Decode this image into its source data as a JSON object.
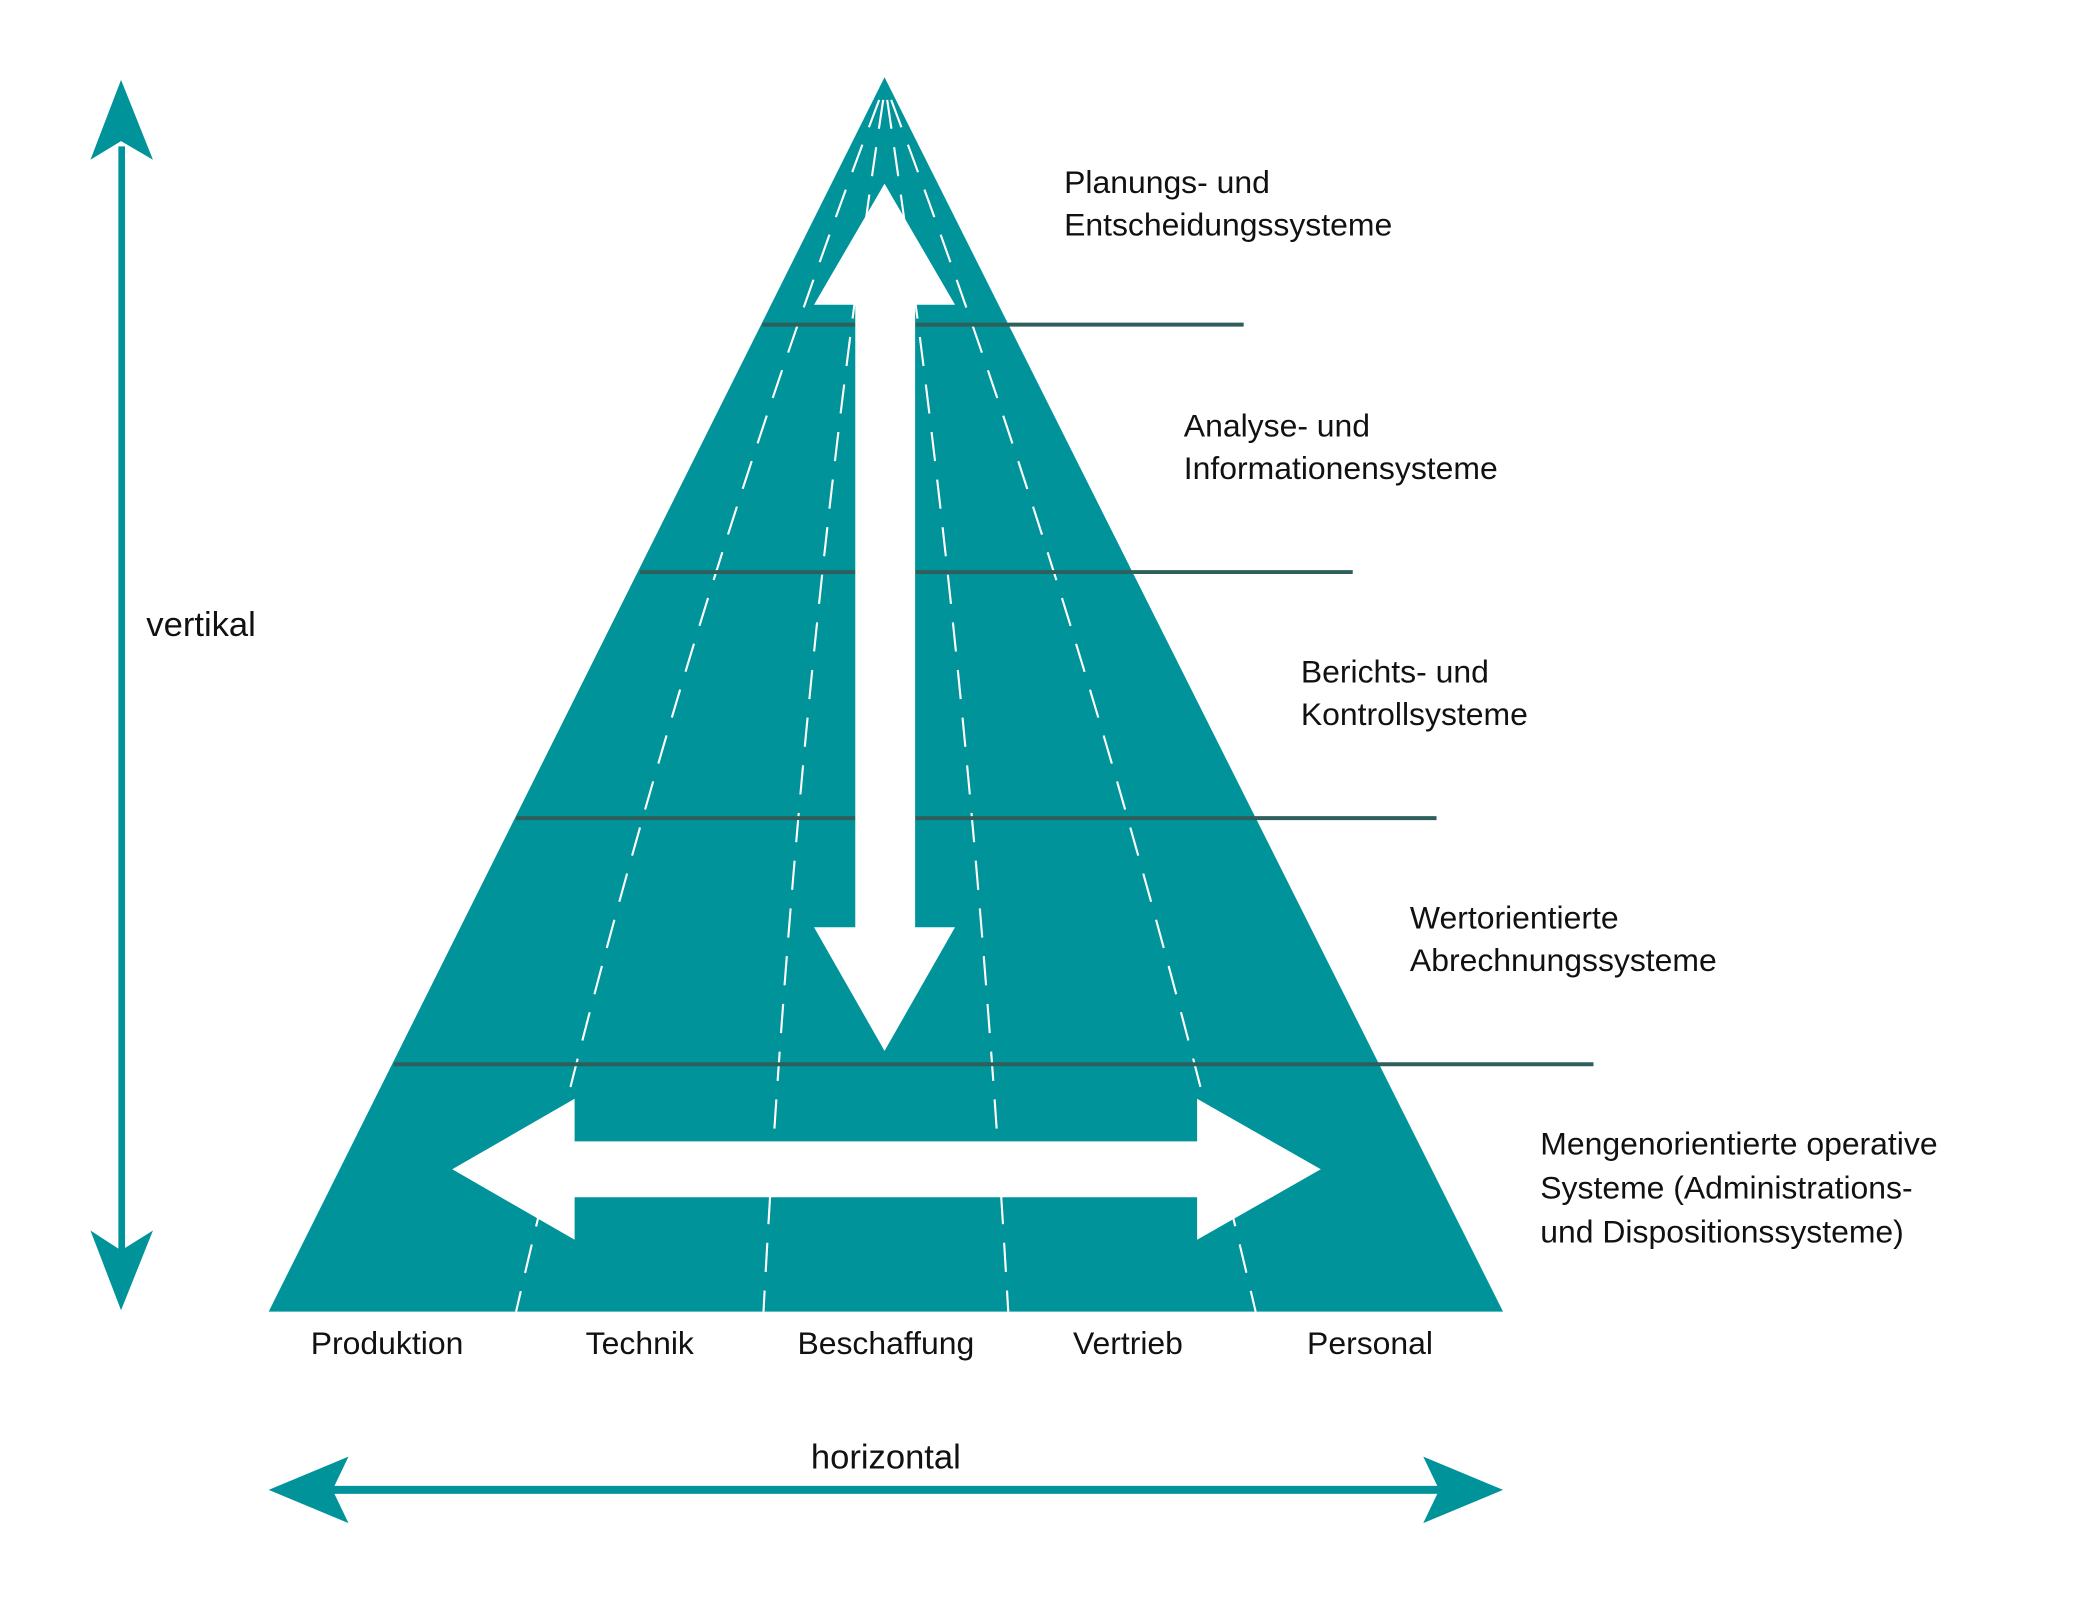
{
  "colors": {
    "teal": "#00939a",
    "divider": "#2e5f5c",
    "white": "#ffffff",
    "text": "#111111"
  },
  "axes": {
    "vertical_label": "vertikal",
    "horizontal_label": "horizontal"
  },
  "levels": [
    {
      "line1": "Planungs- und",
      "line2": "Entscheidungssysteme"
    },
    {
      "line1": "Analyse- und",
      "line2": "Informationensysteme"
    },
    {
      "line1": "Berichts- und",
      "line2": "Kontrollsysteme"
    },
    {
      "line1": "Wertorientierte",
      "line2": "Abrechnungssysteme"
    },
    {
      "line1": "Mengenorientierte operative",
      "line2": "Systeme (Administrations-",
      "line3": "und Dispositionssysteme)"
    }
  ],
  "functions": [
    "Produktion",
    "Technik",
    "Beschaffung",
    "Vertrieb",
    "Personal"
  ]
}
